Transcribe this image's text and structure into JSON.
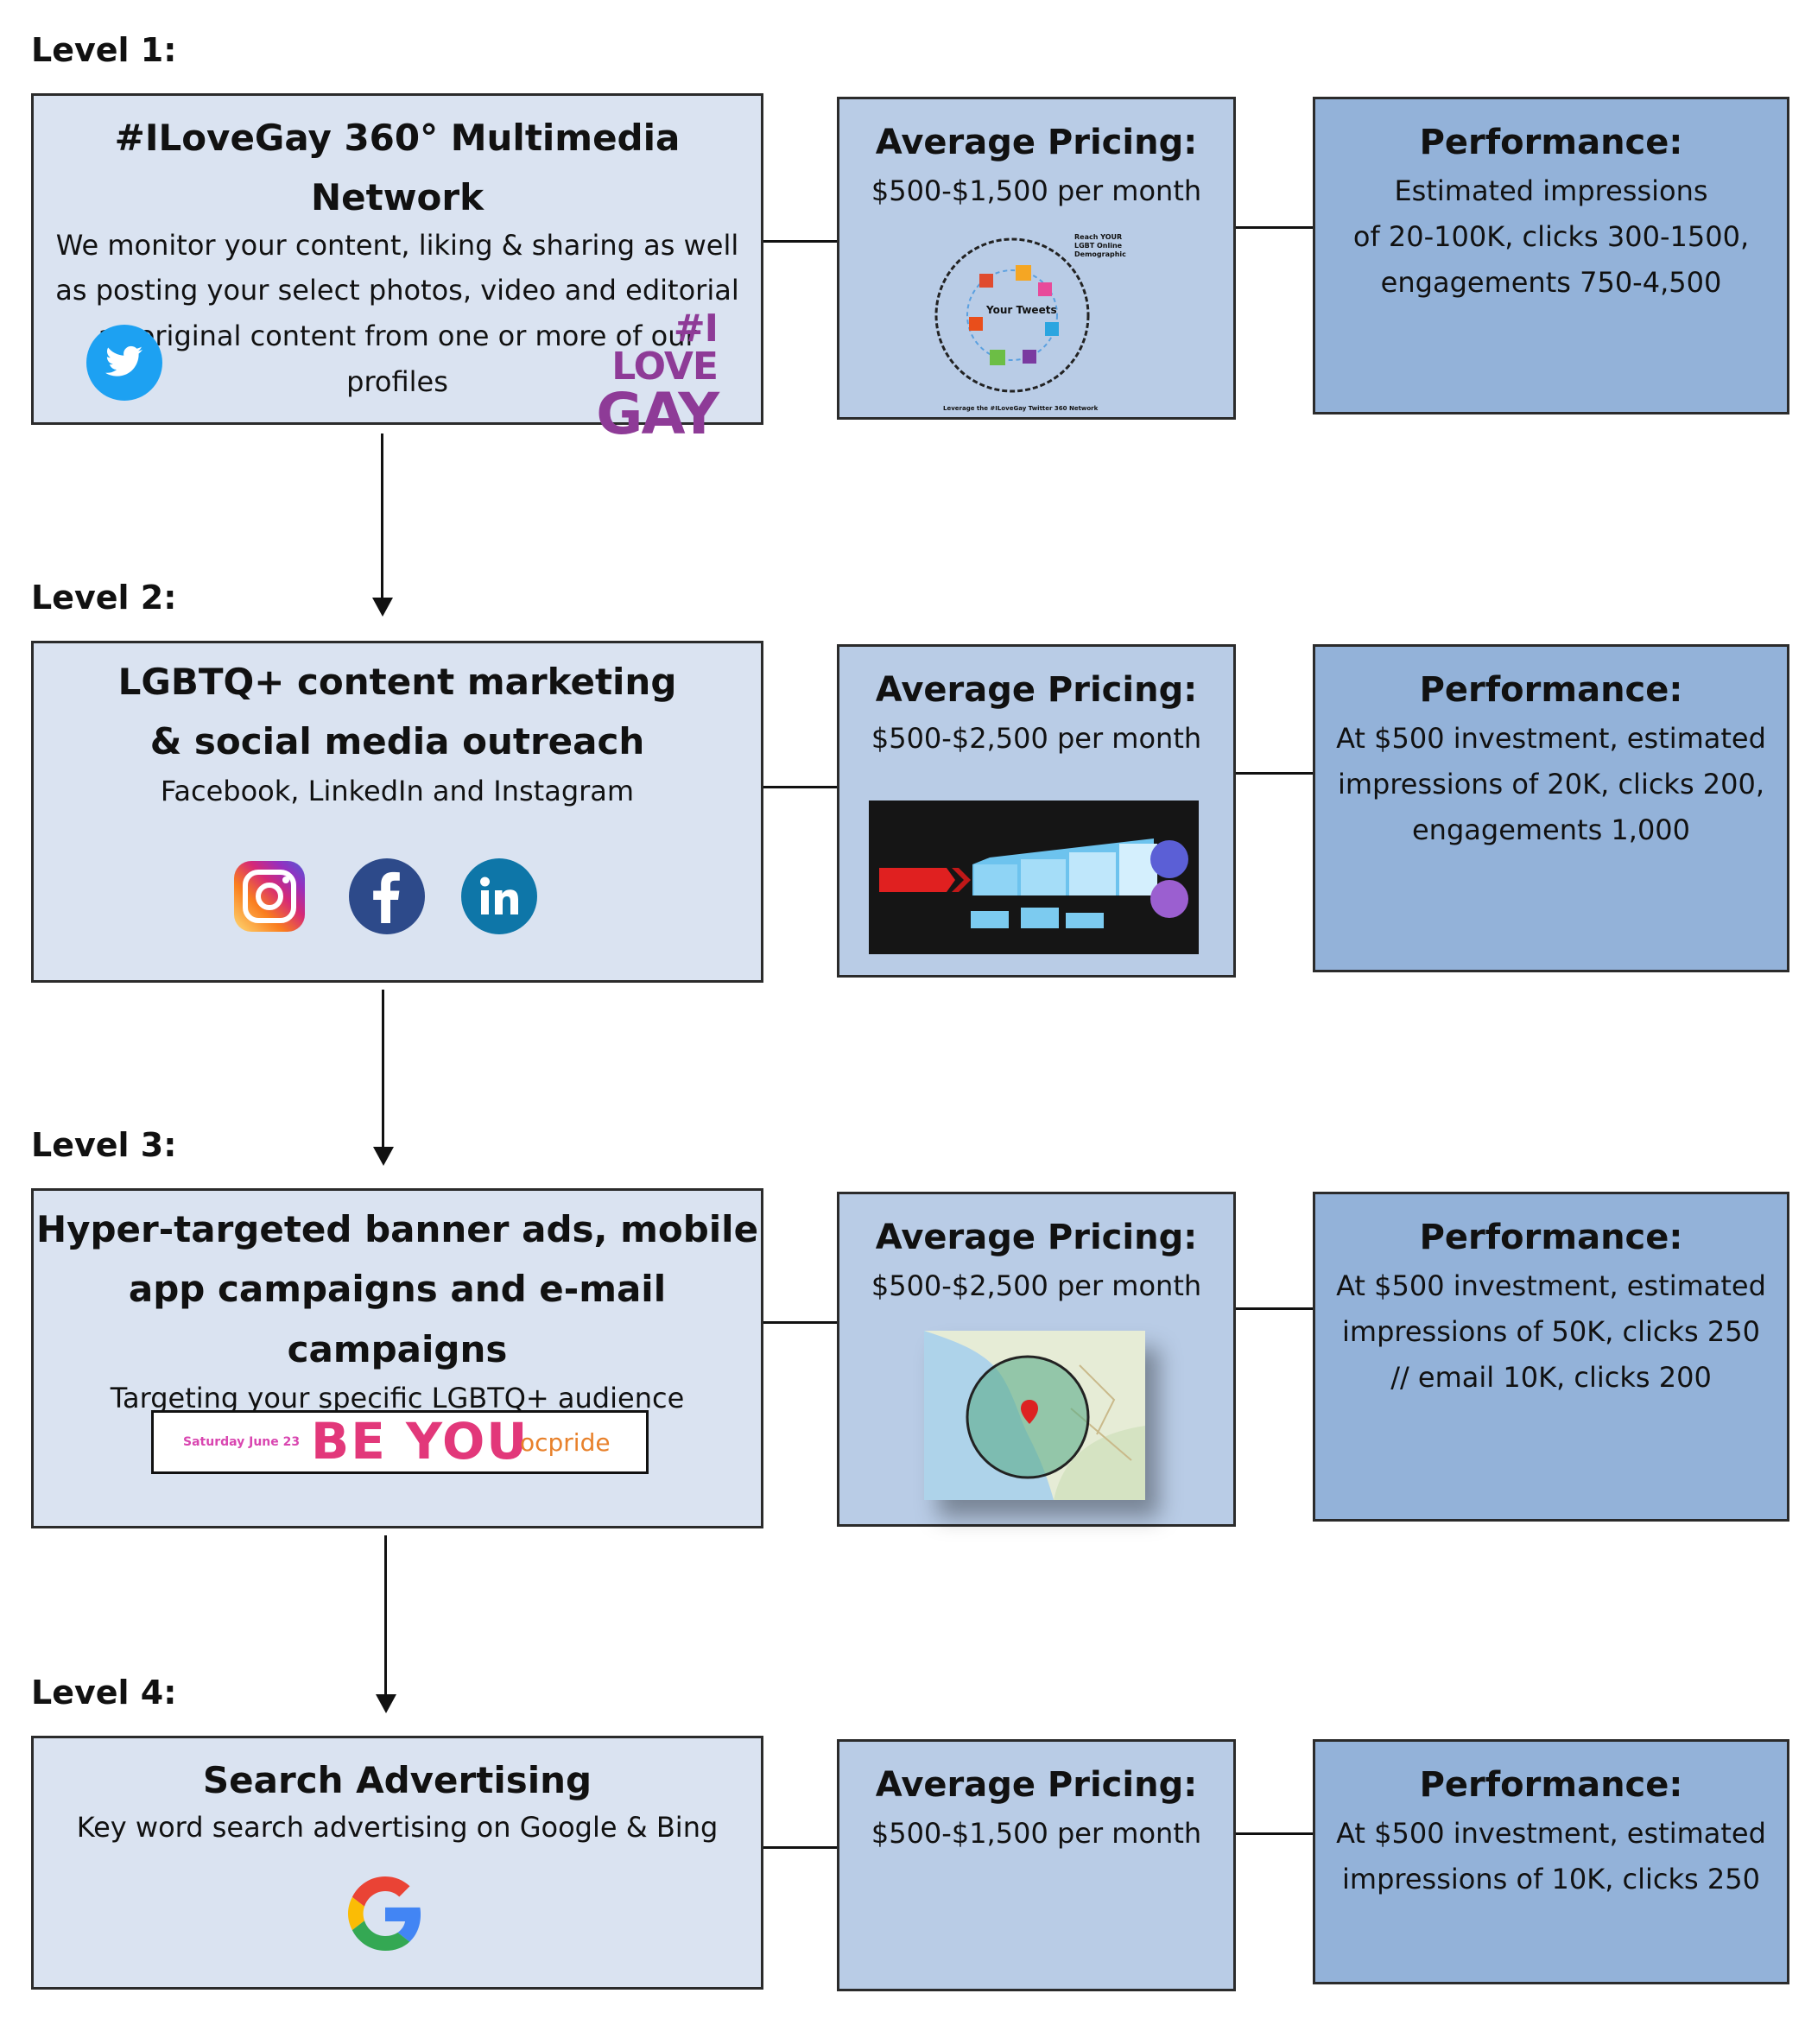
{
  "levels": [
    {
      "label": "Level 1:",
      "title": "#ILoveGay 360° Multimedia Network",
      "description_lines": [
        "We monitor your content, liking & sharing as well",
        "as posting your select photos, video and editorial",
        "as original content from one or more of our",
        "profiles"
      ],
      "icons": [
        "twitter-icon",
        "ilovegay-logo"
      ],
      "logo_text": [
        "#I LOVE",
        "GAY"
      ],
      "pricing_title": "Average Pricing:",
      "pricing_value": "$500-$1,500 per month",
      "pricing_image_text": [
        "Reach YOUR",
        "LGBT Online",
        "Demographic",
        "Your Tweets",
        "Leverage the #ILoveGay Twitter 360 Network"
      ],
      "performance_title": "Performance:",
      "performance_lines": [
        "Estimated impressions",
        "of 20-100K, clicks 300-1500,",
        "engagements 750-4,500"
      ]
    },
    {
      "label": "Level 2:",
      "title_lines": [
        "LGBTQ+ content marketing",
        "& social media outreach"
      ],
      "subtitle": "Facebook, LinkedIn and Instagram",
      "icons": [
        "instagram-icon",
        "facebook-icon",
        "linkedin-icon"
      ],
      "pricing_title": "Average Pricing:",
      "pricing_value": "$500-$2,500 per month",
      "performance_title": "Performance:",
      "performance_lines": [
        "At $500 investment, estimated",
        "impressions of 20K, clicks 200,",
        "engagements 1,000"
      ]
    },
    {
      "label": "Level 3:",
      "title_lines": [
        "Hyper-targeted banner ads, mobile",
        "app campaigns and e-mail campaigns"
      ],
      "subtitle": "Targeting your specific LGBTQ+ audience",
      "banner": {
        "date": "Saturday June 23",
        "slogan": "BE YOU",
        "brand": "ocpride"
      },
      "pricing_title": "Average Pricing:",
      "pricing_value": "$500-$2,500 per month",
      "performance_title": "Performance:",
      "performance_lines": [
        "At $500 investment, estimated",
        "impressions of 50K, clicks 250",
        "// email 10K, clicks 200"
      ]
    },
    {
      "label": "Level 4:",
      "title": "Search Advertising",
      "subtitle": "Key word search advertising on Google & Bing",
      "icons": [
        "google-icon"
      ],
      "pricing_title": "Average Pricing:",
      "pricing_value": "$500-$1,500 per month",
      "performance_title": "Performance:",
      "performance_lines": [
        "At $500 investment, estimated",
        "impressions of 10K, clicks 250"
      ]
    }
  ]
}
